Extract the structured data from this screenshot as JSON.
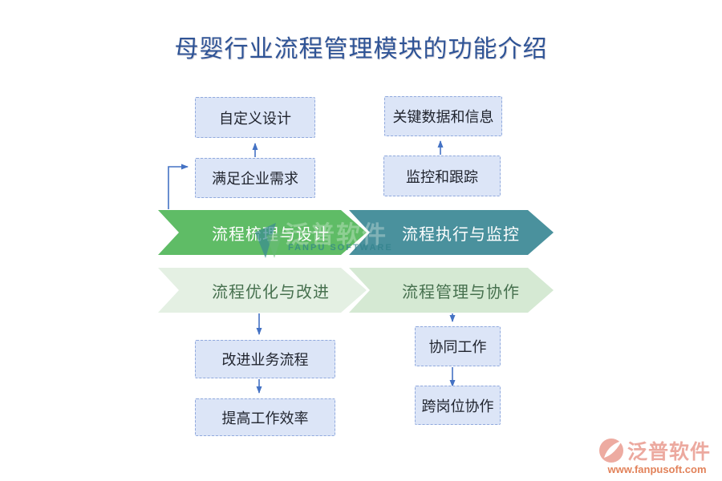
{
  "title": "母婴行业流程管理模块的功能介绍",
  "flow": {
    "stages": [
      {
        "label": "流程梳理与设计",
        "fill": "#5fbc66",
        "text_color": "#ffffff"
      },
      {
        "label": "流程执行与监控",
        "fill": "#4a919d",
        "text_color": "#ffffff"
      },
      {
        "label": "流程优化与改进",
        "fill": "#e4f0e3",
        "text_color": "#47714f"
      },
      {
        "label": "流程管理与协作",
        "fill": "#d5e9d3",
        "text_color": "#47714f"
      }
    ],
    "boxes": [
      {
        "label": "自定义设计"
      },
      {
        "label": "满足企业需求"
      },
      {
        "label": "关键数据和信息"
      },
      {
        "label": "监控和跟踪"
      },
      {
        "label": "改进业务流程"
      },
      {
        "label": "提高工作效率"
      },
      {
        "label": "协同工作"
      },
      {
        "label": "跨岗位协作"
      }
    ],
    "connectors": [
      {
        "from": "流程梳理与设计",
        "to": "满足企业需求"
      },
      {
        "from": "满足企业需求",
        "to": "自定义设计"
      },
      {
        "from": "监控和跟踪",
        "to": "关键数据和信息"
      },
      {
        "from": "流程优化与改进",
        "to": "改进业务流程"
      },
      {
        "from": "改进业务流程",
        "to": "提高工作效率"
      },
      {
        "from": "流程管理与协作",
        "to": "协同工作"
      },
      {
        "from": "协同工作",
        "to": "跨岗位协作"
      }
    ],
    "arrow_color": "#4472c4"
  },
  "watermark": {
    "brand": "泛普软件",
    "subtitle": "FANPU SOFTWARE"
  },
  "logo": {
    "brand": "泛普软件",
    "url": "www.fanpusoft.com"
  },
  "colors": {
    "title": "#2f5496",
    "box_fill": "#dce5f7",
    "box_border": "#90a9dd",
    "box_text": "#20242e",
    "logo_brand": "#eca99f",
    "logo_url": "#e2825a"
  }
}
